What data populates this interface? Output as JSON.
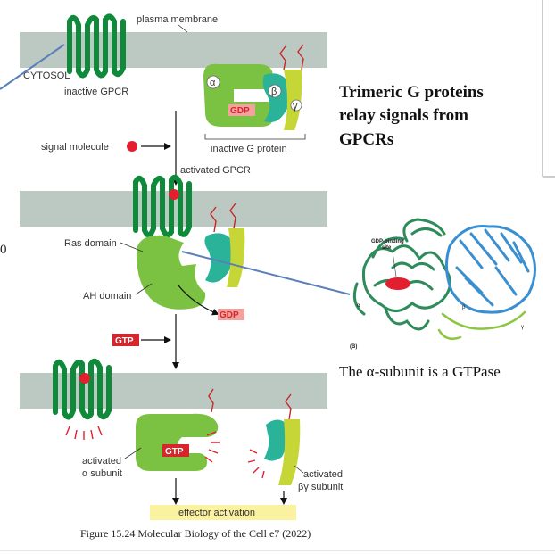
{
  "labels": {
    "plasma_membrane": "plasma membrane",
    "cytosol": "CYTOSOL",
    "inactive_gpcr": "inactive GPCR",
    "signal_molecule": "signal molecule",
    "inactive_g_protein": "inactive G protein",
    "activated_gpcr": "activated GPCR",
    "ras_domain": "Ras domain",
    "ah_domain": "AH domain",
    "activated_alpha_line1": "activated",
    "activated_alpha_line2": "α subunit",
    "activated_bg_line1": "activated",
    "activated_bg_line2": "βγ subunit",
    "effector_activation": "effector activation"
  },
  "subunits": {
    "alpha": "α",
    "beta": "β",
    "gamma": "γ"
  },
  "tags": {
    "gdp": "GDP",
    "gtp": "GTP"
  },
  "title_lines": [
    "Trimeric G proteins",
    "relay signals from",
    "GPCRs"
  ],
  "structure": {
    "site_label_line1": "GDP-binding",
    "site_label_line2": "site",
    "alpha": "α",
    "beta": "β",
    "gamma": "γ",
    "panel": "(B)"
  },
  "gtpase_note": "The α-subunit is a GTPase",
  "caption": "Figure 15.24 Molecular Biology of the Cell e7 (2022)",
  "left_margin_text": "0",
  "colors": {
    "membrane": "#bcc9c2",
    "gpcr": "#0f8a3a",
    "alpha": "#7cc242",
    "beta": "#2bb39a",
    "gamma": "#c6d637",
    "signal": "#e31e2f",
    "gdp_box": "#f4a2a0",
    "gtp_box": "#d7262b",
    "effector_band": "#fbf2a0",
    "pointer": "#5b7fb8",
    "protein_green": "#2e8b5a",
    "protein_blue": "#3a8fd0"
  }
}
